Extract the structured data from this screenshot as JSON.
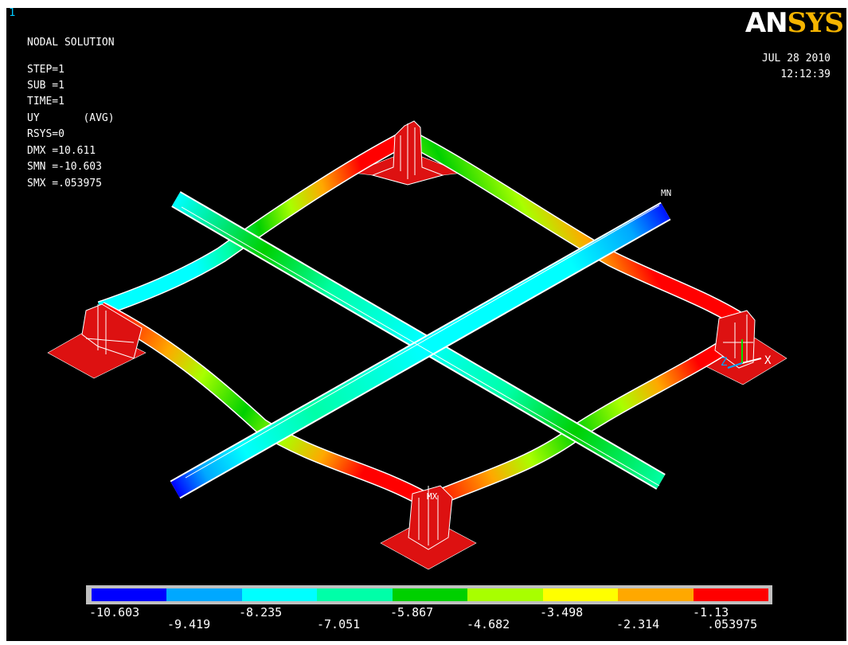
{
  "window_number": "1",
  "logo": {
    "an": "AN",
    "sys": "SYS"
  },
  "date": "JUL 28 2010",
  "time": "12:12:39",
  "info": {
    "title": "NODAL SOLUTION",
    "lines": [
      "STEP=1",
      "SUB =1",
      "TIME=1",
      "UY       (AVG)",
      "RSYS=0",
      "DMX =10.611",
      "SMN =-10.603",
      "SMX =.053975"
    ]
  },
  "labels": {
    "mn": "MN",
    "mx": "MX",
    "triad_x": "X",
    "triad_z": "Z"
  },
  "legend": {
    "colors": [
      "#0000ff",
      "#00a8ff",
      "#00ffff",
      "#00ffa8",
      "#00d000",
      "#a8ff00",
      "#ffff00",
      "#ffa800",
      "#ff0000"
    ],
    "values_top": [
      "-10.603",
      "-8.235",
      "-5.867",
      "-3.498",
      "-1.13"
    ],
    "values_bottom": [
      "-9.419",
      "-7.051",
      "-4.682",
      "-2.314",
      ".053975"
    ]
  },
  "colors": {
    "background": "#000000",
    "mesh": "#ffffff",
    "support": "#dd1111",
    "accent": "#00c8ff"
  }
}
